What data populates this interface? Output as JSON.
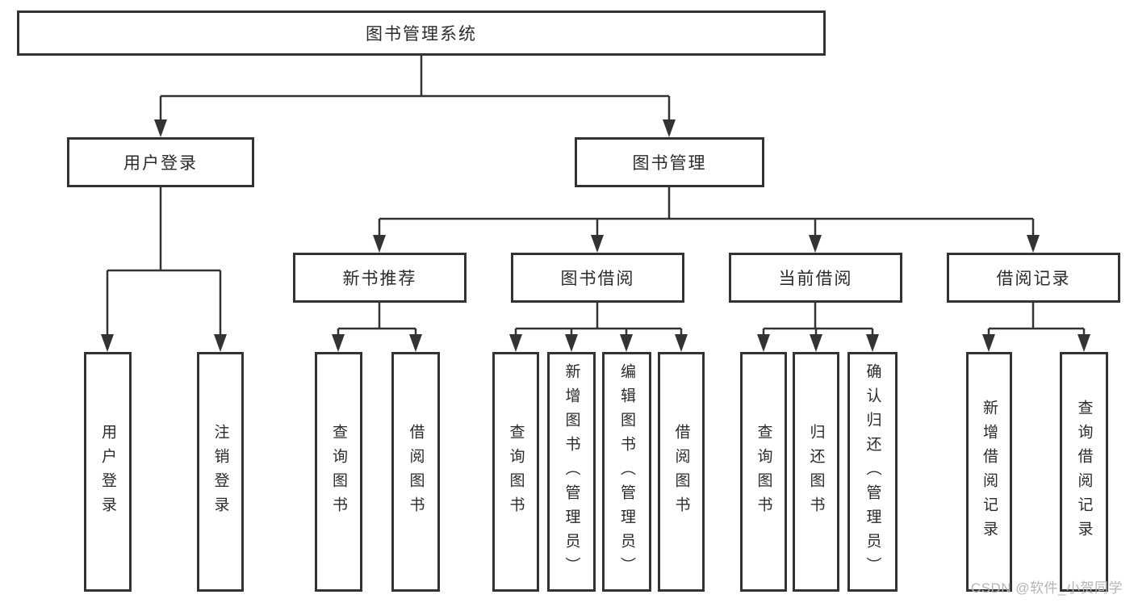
{
  "colors": {
    "line": "#333333",
    "text": "#2b2b2b",
    "background": "#ffffff",
    "watermark": "#b4b4b4"
  },
  "watermark": {
    "text": "CSDN @软件_小贺同学"
  },
  "tree": {
    "label": "图书管理系统",
    "children": [
      {
        "label": "用户登录",
        "children": [
          {
            "label": "用户登录"
          },
          {
            "label": "注销登录"
          }
        ]
      },
      {
        "label": "图书管理",
        "children": [
          {
            "label": "新书推荐",
            "children": [
              {
                "label": "查询图书"
              },
              {
                "label": "借阅图书"
              }
            ]
          },
          {
            "label": "图书借阅",
            "children": [
              {
                "label": "查询图书"
              },
              {
                "label": "新增图书（管理员）"
              },
              {
                "label": "编辑图书（管理员）"
              },
              {
                "label": "借阅图书"
              }
            ]
          },
          {
            "label": "当前借阅",
            "children": [
              {
                "label": "查询图书"
              },
              {
                "label": "归还图书"
              },
              {
                "label": "确认归还（管理员）"
              }
            ]
          },
          {
            "label": "借阅记录",
            "children": [
              {
                "label": "新增借阅记录"
              },
              {
                "label": "查询借阅记录"
              }
            ]
          }
        ]
      }
    ]
  }
}
